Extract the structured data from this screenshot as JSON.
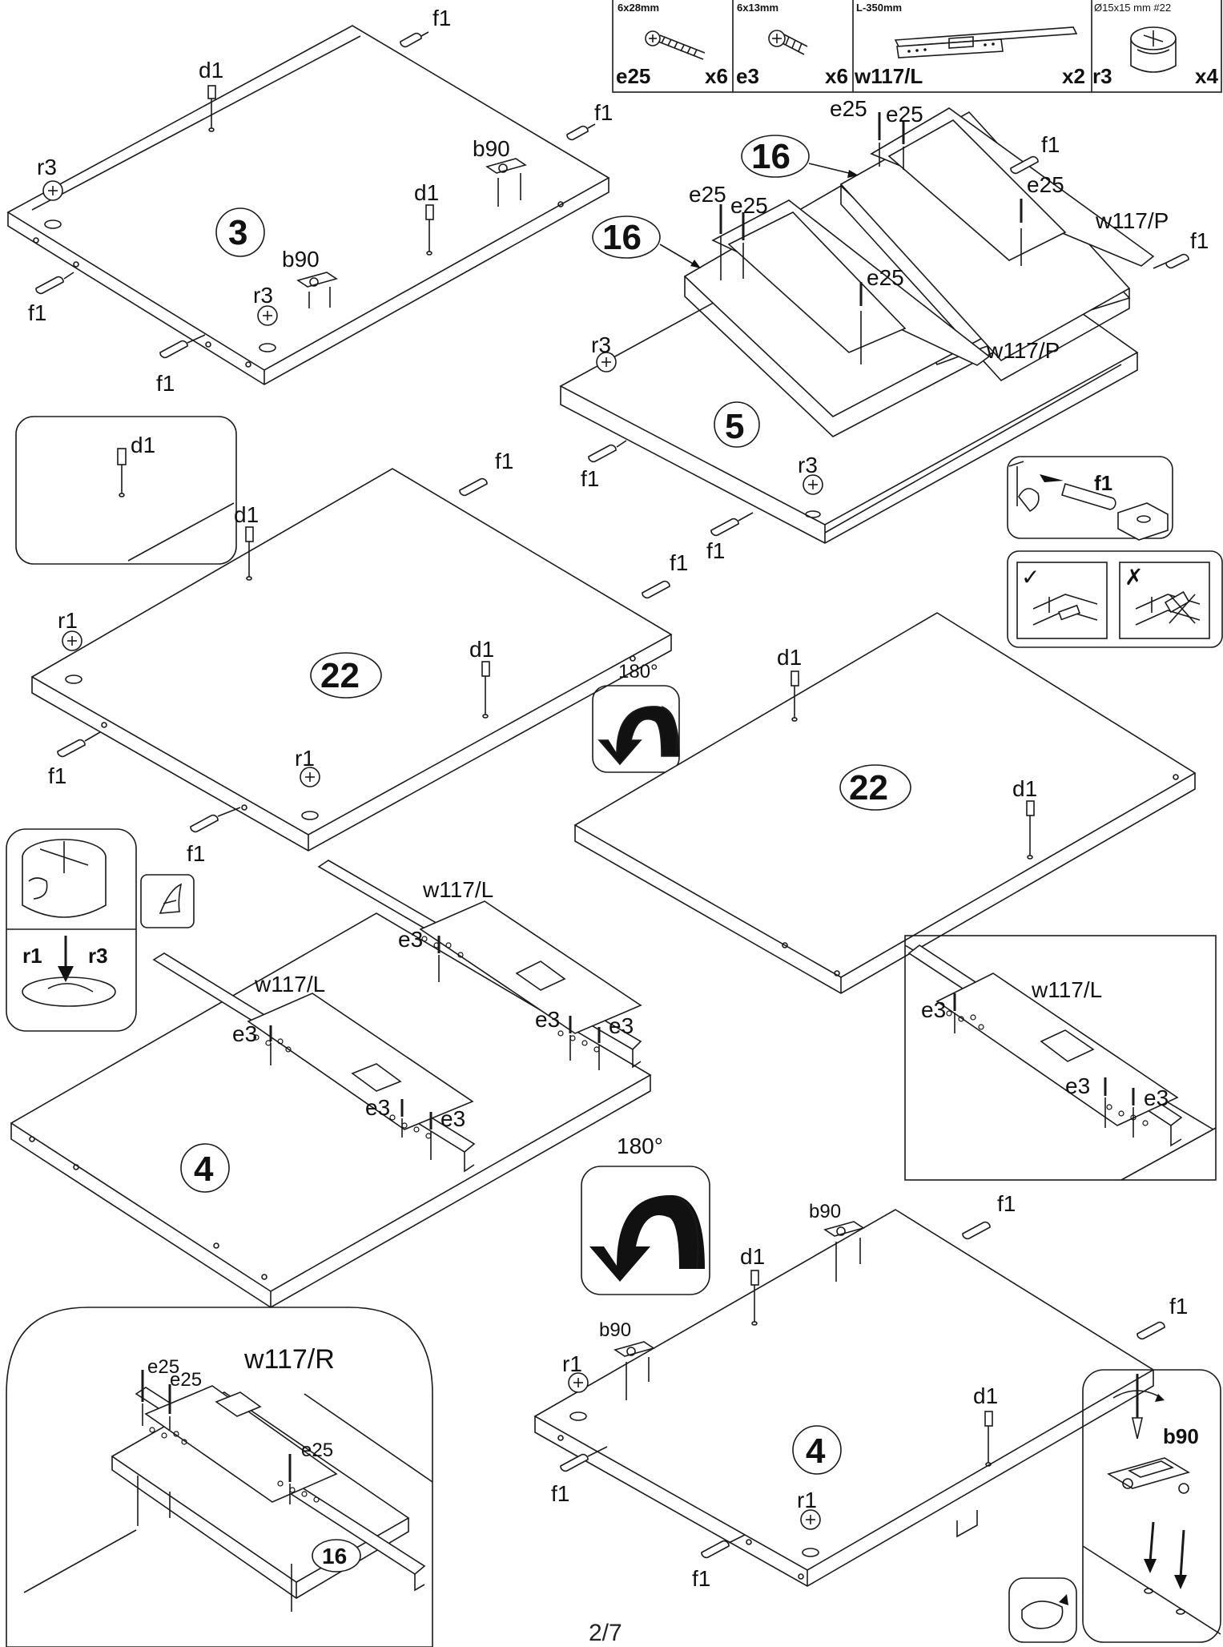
{
  "hardware_legend": [
    {
      "size": "6x28mm",
      "code": "e25",
      "qty": "x6"
    },
    {
      "size": "6x13mm",
      "code": "e3",
      "qty": "x6"
    },
    {
      "size": "L-350mm",
      "code": "w117/L",
      "qty": "x2"
    },
    {
      "size": "Ø15x15 mm #22",
      "code": "r3",
      "qty": "x4"
    }
  ],
  "labels": {
    "f1": "f1",
    "d1": "d1",
    "r1": "r1",
    "r3": "r3",
    "b90": "b90",
    "e25": "e25",
    "e3": "e3",
    "w117_L": "w117/L",
    "w117_P": "w117/P",
    "w117_R": "w117/R"
  },
  "parts": {
    "p3": "3",
    "p5": "5",
    "p16": "16",
    "p22": "22",
    "p4": "4"
  },
  "rotate_label": "180°",
  "cam_detail": {
    "left": "r1",
    "right": "r3"
  },
  "dowel_detail": {
    "label": "f1"
  },
  "hinge_detail": {
    "label": "b90"
  },
  "check_labels": {
    "ok": "✓",
    "no": "✗"
  },
  "page_number": "2/7"
}
